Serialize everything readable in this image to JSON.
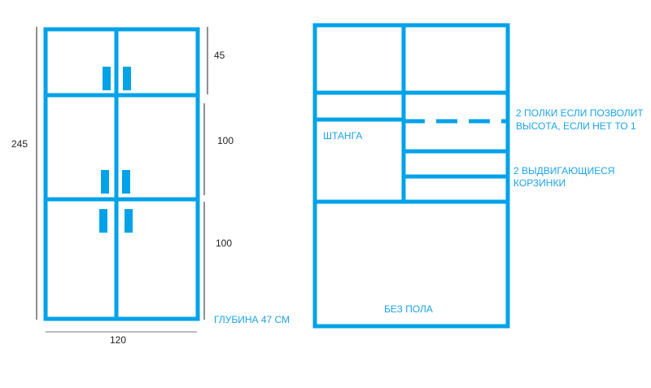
{
  "colors": {
    "frame": "#00A2E8",
    "dimension": "#222222",
    "note": "#1AA3E8"
  },
  "front_view": {
    "dimensions": {
      "total_height": "245",
      "top_height": "45",
      "middle_height": "100",
      "bottom_height": "100",
      "width": "120"
    },
    "depth_note": "ГЛУБИНА 47 СМ"
  },
  "interior_view": {
    "rod_label": "ШТАНГА",
    "no_floor_label": "БЕЗ ПОЛА",
    "shelves_note": [
      "2 ПОЛКИ ЕСЛИ ПОЗВОЛИТ",
      "ВЫСОТА, ЕСЛИ НЕТ ТО 1"
    ],
    "baskets_note": [
      "2 ВЫДВИГАЮЩИЕСЯ",
      "КОРЗИНКИ"
    ]
  }
}
